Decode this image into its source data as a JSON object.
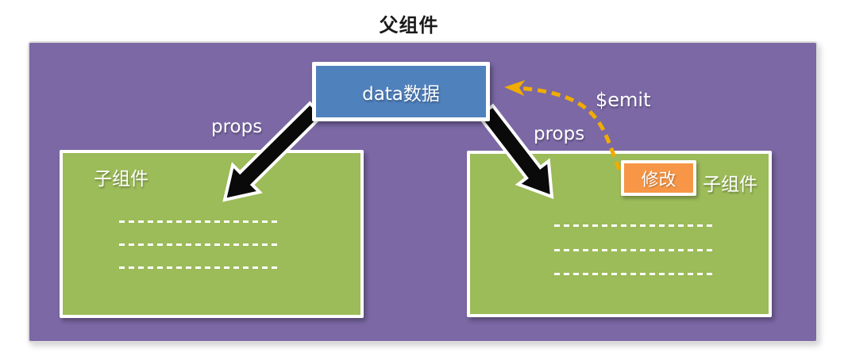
{
  "title": "父组件",
  "diagram": {
    "data_box": {
      "label": "data数据"
    },
    "left_child": {
      "title": "子组件"
    },
    "right_child": {
      "title": "子组件",
      "modify_label": "修改"
    },
    "arrow_labels": {
      "props_left": "props",
      "props_right": "props",
      "emit": "$emit"
    }
  },
  "colors": {
    "parent_bg": "#7B68A5",
    "parent_border": "#DCDCDC",
    "child_bg": "#9CBB59",
    "data_bg": "#4F81BD",
    "modify_bg": "#F79646",
    "emit_gold": "#F0AC00",
    "arrow_black": "#0A0A0A",
    "label_white": "#FFFFFF",
    "title_black": "#1A1A1A"
  }
}
